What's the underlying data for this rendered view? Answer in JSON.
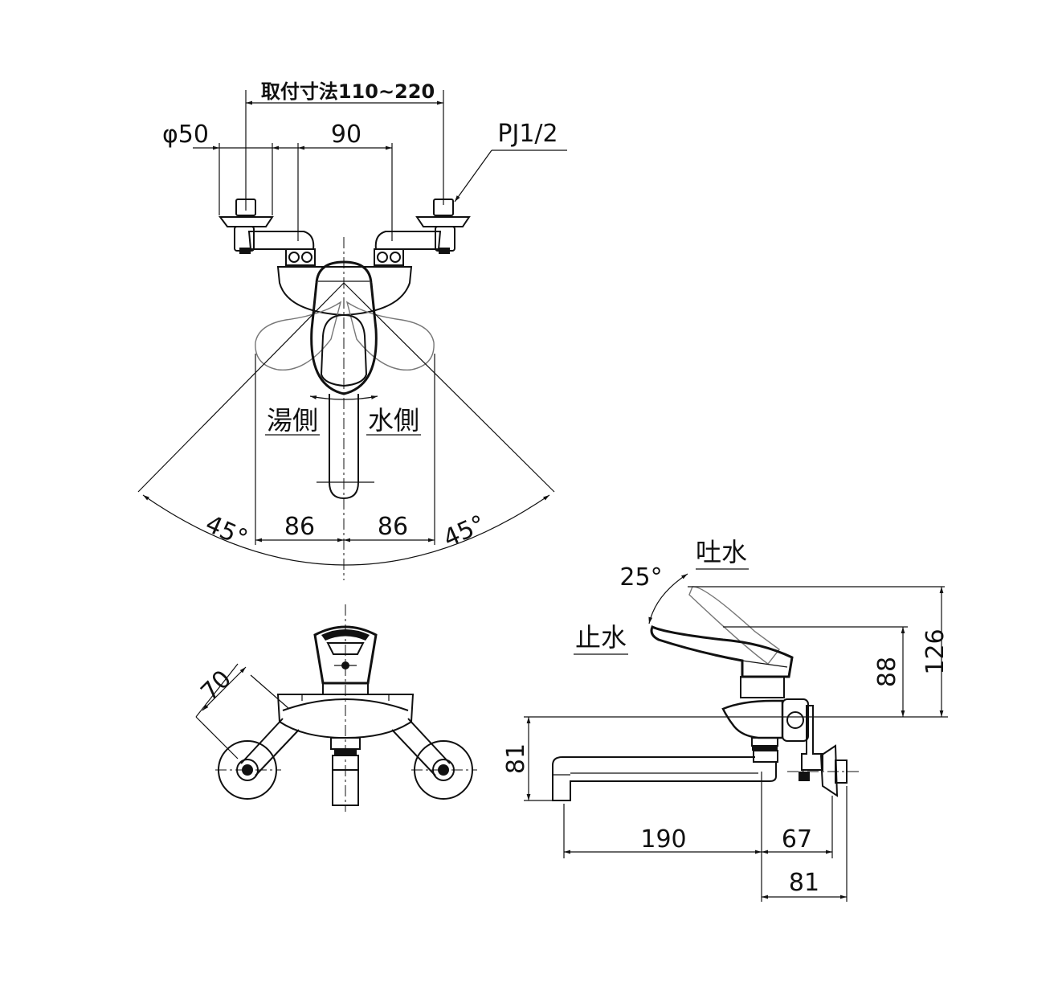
{
  "top_view": {
    "mount_range": "取付寸法110~220",
    "diameter": "φ50",
    "pitch": "90",
    "thread": "PJ1/2",
    "hot_side": "湯側",
    "cold_side": "水側",
    "angle_left": "45°",
    "angle_right": "45°",
    "offset_left": "86",
    "offset_right": "86"
  },
  "front_view": {
    "arm_length": "70"
  },
  "side_view": {
    "discharge": "吐水",
    "stop": "止水",
    "lever_angle": "25°",
    "height_total": "126",
    "height_lever": "88",
    "spout_drop": "81",
    "spout_reach": "190",
    "body_depth": "67",
    "wall_depth": "81"
  },
  "colors": {
    "line": "#111111",
    "ghost": "#777777",
    "background": "#ffffff"
  }
}
